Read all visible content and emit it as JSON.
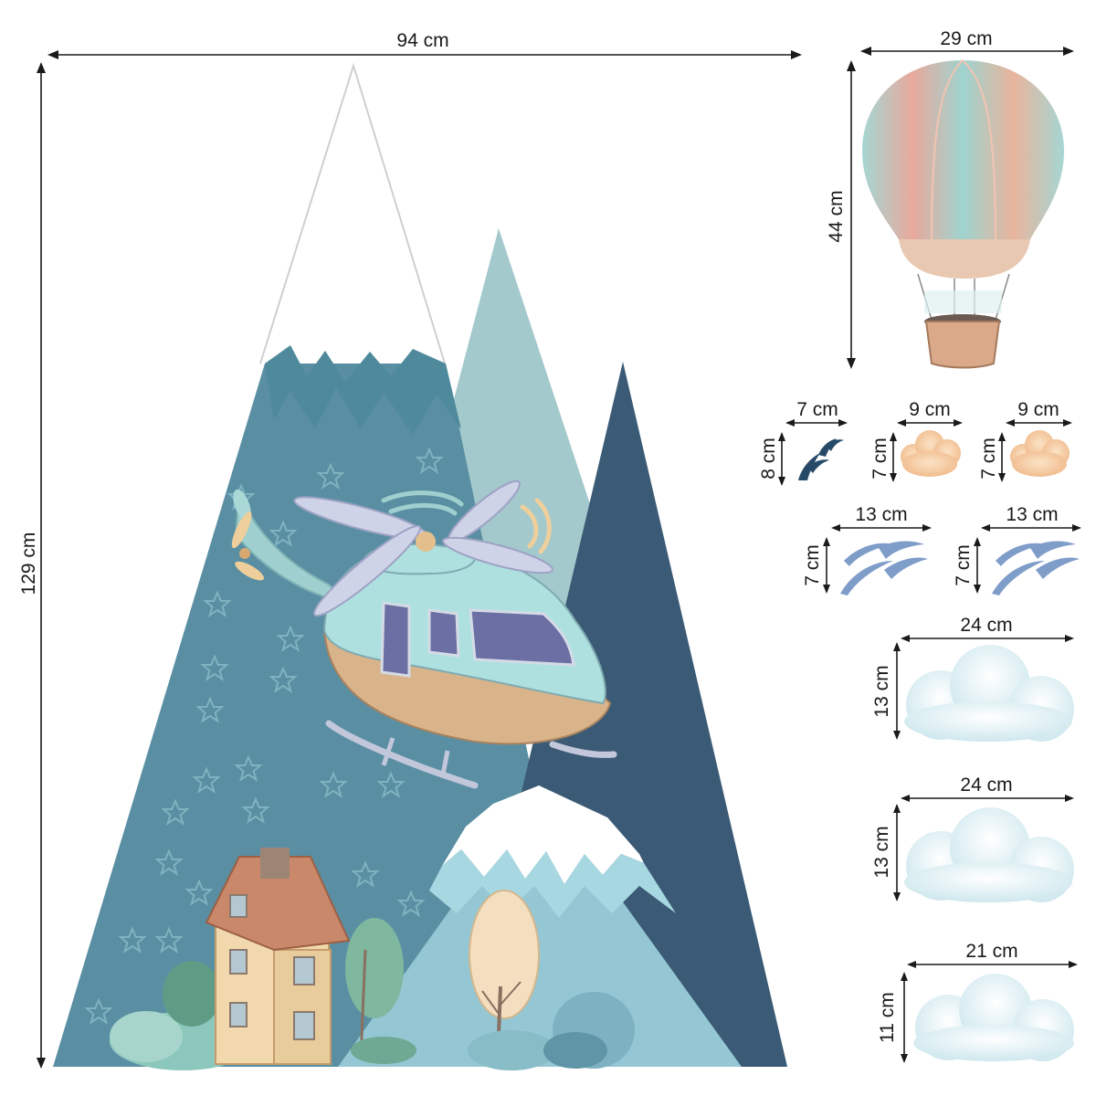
{
  "main_decal": {
    "width": "94 cm",
    "height": "129 cm",
    "colors": {
      "left_mountain": "#5a8fa3",
      "left_peak_shade": "#4f8a9c",
      "middle_mountain": "#a3c9cc",
      "right_mountain": "#3b5a75",
      "front_mountain": "#94c7d3",
      "snow": "#ffffff",
      "stars": "#7fb3bf"
    },
    "icons": [
      "helicopter-icon",
      "house-icon",
      "tree-icon",
      "bush-icon",
      "star-icon"
    ]
  },
  "stickers": [
    {
      "name": "hot-air-balloon",
      "width": "29 cm",
      "height": "44 cm"
    },
    {
      "name": "birds-dark",
      "width": "7 cm",
      "height": "8 cm"
    },
    {
      "name": "small-cloud-1",
      "width": "9 cm",
      "height": "7 cm"
    },
    {
      "name": "small-cloud-2",
      "width": "9 cm",
      "height": "7 cm"
    },
    {
      "name": "birds-blue-1",
      "width": "13 cm",
      "height": "7 cm"
    },
    {
      "name": "birds-blue-2",
      "width": "13 cm",
      "height": "7 cm"
    },
    {
      "name": "cloud-large-1",
      "width": "24 cm",
      "height": "13 cm"
    },
    {
      "name": "cloud-large-2",
      "width": "24 cm",
      "height": "13 cm"
    },
    {
      "name": "cloud-medium",
      "width": "21 cm",
      "height": "11 cm"
    }
  ]
}
